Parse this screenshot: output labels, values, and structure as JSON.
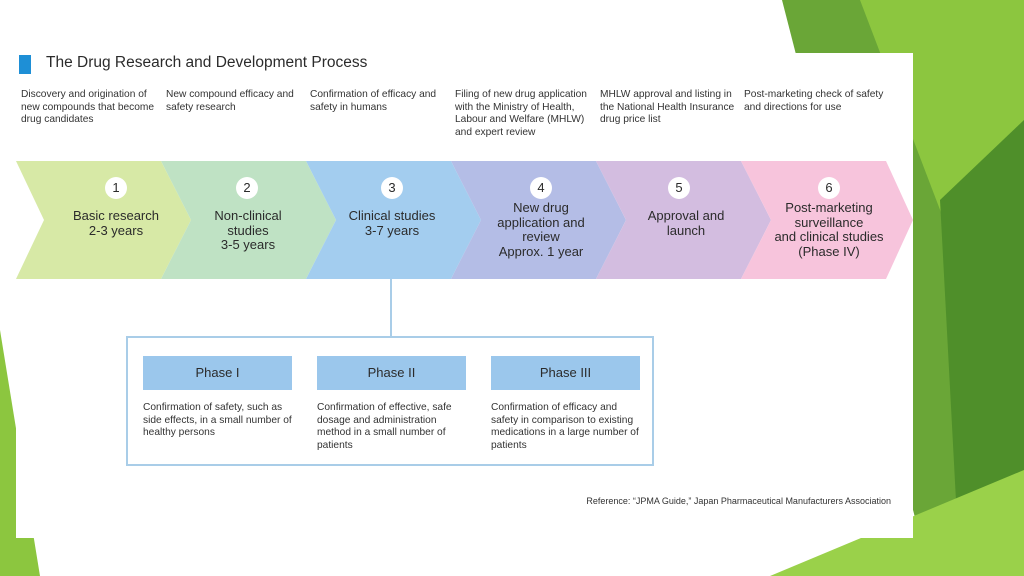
{
  "title": "The Drug Research and Development Process",
  "steps": [
    {
      "number": "1",
      "label": "Basic research\n2-3 years",
      "description": "Discovery and origination of new compounds that become drug candidates",
      "color": "#d7e9a6"
    },
    {
      "number": "2",
      "label": "Non-clinical\nstudies\n3-5 years",
      "description": "New compound efficacy and safety research",
      "color": "#bfe2c4"
    },
    {
      "number": "3",
      "label": "Clinical studies\n3-7 years",
      "description": "Confirmation of efficacy and safety in humans",
      "color": "#a3cdef"
    },
    {
      "number": "4",
      "label": "New drug\napplication and\nreview\nApprox. 1 year",
      "description": "Filing of new drug application with the Ministry of Health, Labour and Welfare (MHLW) and expert review",
      "color": "#b4bde6"
    },
    {
      "number": "5",
      "label": "Approval and\nlaunch",
      "description": "MHLW approval and listing in the National Health Insurance drug price list",
      "color": "#d3bde0"
    },
    {
      "number": "6",
      "label": "Post-marketing\nsurveillance\nand clinical studies\n(Phase IV)",
      "description": "Post-marketing check of safety and directions for use",
      "color": "#f7c4dc"
    }
  ],
  "phases": [
    {
      "name": "Phase I",
      "description": "Confirmation of safety, such as side effects, in a small number of healthy persons"
    },
    {
      "name": "Phase II",
      "description": "Confirmation of effective, safe dosage and administration method in a small number of patients"
    },
    {
      "name": "Phase III",
      "description": "Confirmation of efficacy and safety in comparison to existing medications in a large number of patients"
    }
  ],
  "reference": "Reference: “JPMA Guide,” Japan Pharmaceutical Manufacturers Association"
}
